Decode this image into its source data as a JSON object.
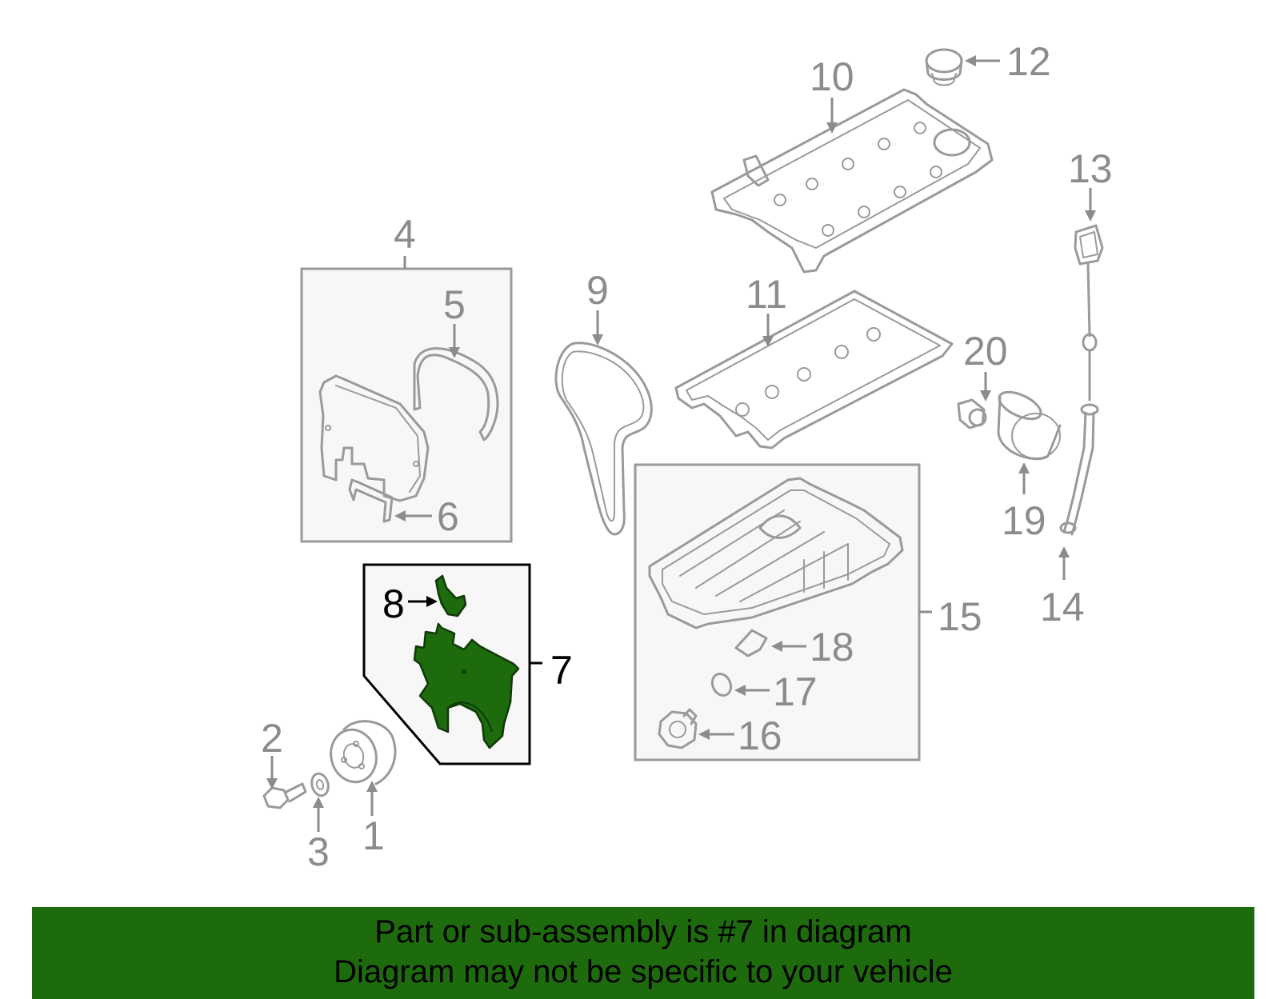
{
  "callouts": {
    "c1": "1",
    "c2": "2",
    "c3": "3",
    "c4": "4",
    "c5": "5",
    "c6": "6",
    "c7": "7",
    "c8": "8",
    "c9": "9",
    "c10": "10",
    "c11": "11",
    "c12": "12",
    "c13": "13",
    "c14": "14",
    "c15": "15",
    "c16": "16",
    "c17": "17",
    "c18": "18",
    "c19": "19",
    "c20": "20"
  },
  "highlight": {
    "part_number": "7",
    "color": "#1e6b0e"
  },
  "banner": {
    "line1": "Part or sub-assembly is #7 in diagram",
    "line2": "Diagram may not be specific to your vehicle"
  }
}
